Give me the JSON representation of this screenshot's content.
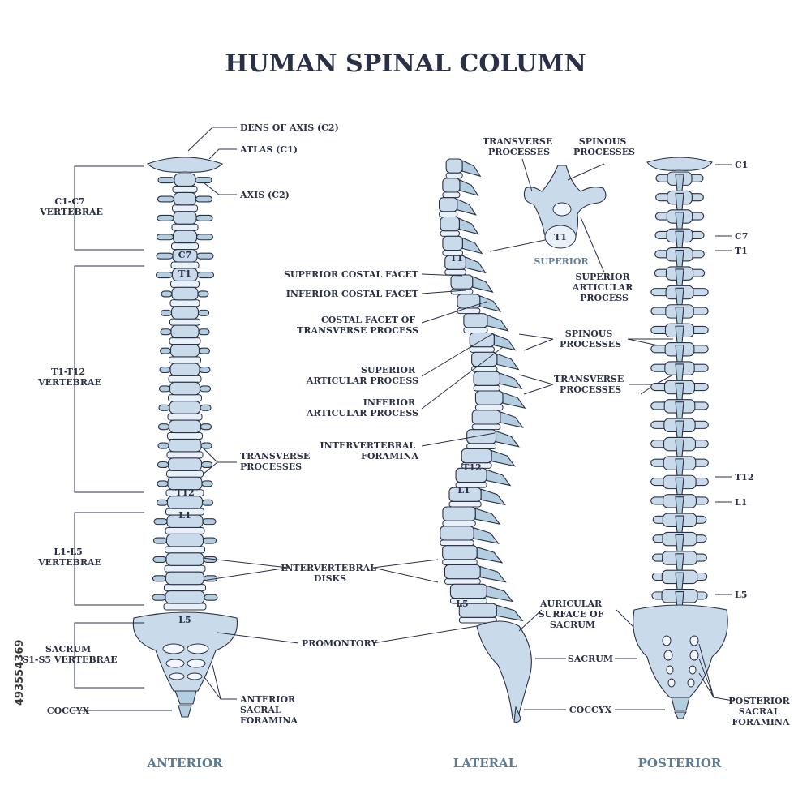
{
  "title": "HUMAN SPINAL COLUMN",
  "colors": {
    "bone": "#c9dbea",
    "bone_shadow": "#b3cde1",
    "outline": "#2a3045",
    "view_label": "#5a7c94"
  },
  "views": {
    "anterior": "ANTERIOR",
    "lateral": "LATERAL",
    "posterior": "POSTERIOR"
  },
  "anterior": {
    "groups": {
      "cervical": [
        "C1-C7",
        "VERTEBRAE"
      ],
      "thoracic": [
        "T1-T12",
        "VERTEBRAE"
      ],
      "lumbar": [
        "L1-L5",
        "VERTEBRAE"
      ],
      "sacrum": [
        "SACRUM",
        "S1-S5 VERTEBRAE"
      ],
      "coccyx": "COCCYX"
    },
    "vertebra_labels": {
      "c7": "C7",
      "t1": "T1",
      "t12": "T12",
      "l1": "L1",
      "l5": "L5"
    },
    "callouts": {
      "dens": "DENS OF AXIS (C2)",
      "atlas": "ATLAS (C1)",
      "axis": "AXIS (C2)",
      "transverse": [
        "TRANSVERSE",
        "PROCESSES"
      ],
      "disks": [
        "INTERVERTEBRAL",
        "DISKS"
      ],
      "promontory": "PROMONTORY",
      "anterior_foramina": [
        "ANTERIOR",
        "SACRAL",
        "FORAMINA"
      ]
    }
  },
  "lateral": {
    "vertebra_labels": {
      "t1": "T1",
      "t12": "T12",
      "l1": "L1",
      "l5": "L5"
    },
    "callouts": {
      "superior_costal": "SUPERIOR COSTAL FACET",
      "inferior_costal": "INFERIOR COSTAL FACET",
      "costal_transverse": [
        "COSTAL FACET OF",
        "TRANSVERSE PROCESS"
      ],
      "superior_articular": [
        "SUPERIOR",
        "ARTICULAR PROCESS"
      ],
      "inferior_articular": [
        "INFERIOR",
        "ARTICULAR PROCESS"
      ],
      "foramina": [
        "INTERVERTEBRAL",
        "FORAMINA"
      ],
      "spinous": [
        "SPINOUS",
        "PROCESSES"
      ],
      "transverse": [
        "TRANSVERSE",
        "PROCESSES"
      ],
      "auricular": [
        "AURICULAR",
        "SURFACE OF",
        "SACRUM"
      ],
      "sacrum": "SACRUM",
      "coccyx": "COCCYX"
    }
  },
  "superior": {
    "caption": "SUPERIOR",
    "vertebra": "T1",
    "callouts": {
      "transverse": [
        "TRANSVERSE",
        "PROCESSES"
      ],
      "spinous": [
        "SPINOUS",
        "PROCESSES"
      ],
      "articular": [
        "SUPERIOR",
        "ARTICULAR",
        "PROCESS"
      ]
    }
  },
  "posterior": {
    "vertebra_labels": {
      "c1": "C1",
      "c7": "C7",
      "t1": "T1",
      "t12": "T12",
      "l1": "L1",
      "l5": "L5"
    },
    "callouts": {
      "foramina": [
        "POSTERIOR",
        "SACRAL",
        "FORAMINA"
      ]
    }
  },
  "stock_id": "493554369"
}
